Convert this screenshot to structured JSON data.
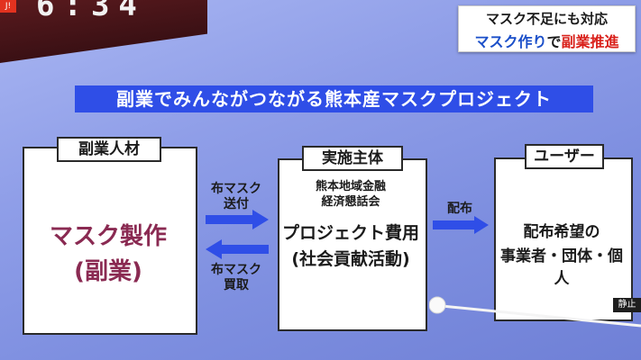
{
  "clock": {
    "text": "6:34",
    "tag": "J!"
  },
  "caption": {
    "line1": "マスク不足にも対応",
    "line2_a": "マスク作り",
    "line2_b": "で",
    "line2_c": "副業推進"
  },
  "title": "副業でみんながつながる熊本産マスクプロジェクト",
  "box_left": {
    "label": "副業人材",
    "main_line1": "マスク製作",
    "main_line2": "(副業)"
  },
  "box_center": {
    "label": "実施主体",
    "org_line1": "熊本地域金融",
    "org_line2": "経済懇話会",
    "main_line1": "プロジェクト費用",
    "main_line2": "(社会貢献活動)"
  },
  "box_right": {
    "label": "ユーザー",
    "line1": "配布希望の",
    "line2": "事業者・団体・個人"
  },
  "arrows": {
    "top_line1": "布マスク",
    "top_line2": "送付",
    "bottom_line1": "布マスク",
    "bottom_line2": "買取",
    "right": "配布"
  },
  "corner_badge": "静止",
  "colors": {
    "banner": "#2f4ee7",
    "arrow": "#2f4ee7",
    "mask_text": "#8a2a52",
    "caption_blue": "#1b4fc9",
    "caption_red": "#d9211b"
  }
}
